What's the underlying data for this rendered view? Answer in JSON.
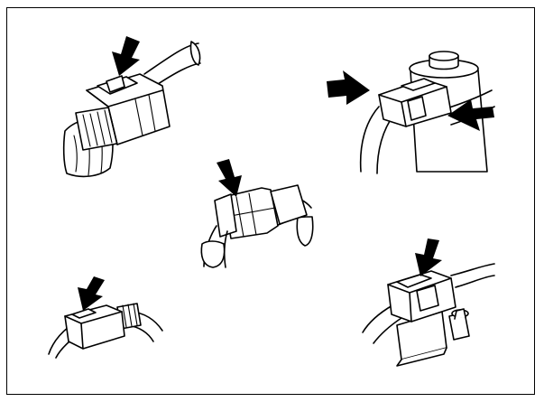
{
  "figure": {
    "colors": {
      "line": "#000000",
      "background": "#ffffff",
      "arrow": "#000000"
    },
    "panels": [
      {
        "name": "connector-top-left",
        "arrow_icon": "arrow-down-icon"
      },
      {
        "name": "connector-top-right",
        "arrow_icon": "arrow-pair-squeeze-icon"
      },
      {
        "name": "connector-center",
        "arrow_icon": "arrow-down-icon"
      },
      {
        "name": "connector-bottom-left",
        "arrow_icon": "arrow-down-icon"
      },
      {
        "name": "connector-bottom-right",
        "arrow_icon": "arrow-down-icon"
      }
    ]
  }
}
